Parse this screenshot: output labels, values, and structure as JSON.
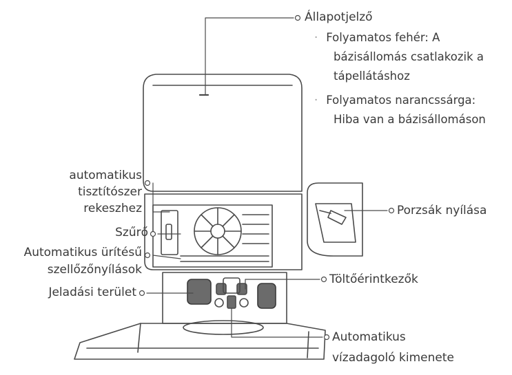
{
  "status_indicator": {
    "title": "Állapotjelző",
    "bullets": [
      {
        "lines": [
          "Folyamatos fehér: A",
          "bázisállomás csatlakozik a",
          "tápellátáshoz"
        ]
      },
      {
        "lines": [
          "Folyamatos narancssárga:",
          "Hiba van a bázisállomáson"
        ]
      }
    ]
  },
  "left_labels": {
    "detergent": [
      "automatikus",
      "tisztítószer",
      "rekeszhez"
    ],
    "filter": "Szűrő",
    "vents": [
      "Automatikus ürítésű",
      "szellőzőnyílások"
    ],
    "signal_area": "Jeladási terület"
  },
  "right_labels": {
    "dust_opening": "Porzsák nyílása",
    "charging_contacts": "Töltőérintkezők",
    "water_outlet": [
      "Automatikus",
      "vízadagoló kimenete"
    ]
  }
}
